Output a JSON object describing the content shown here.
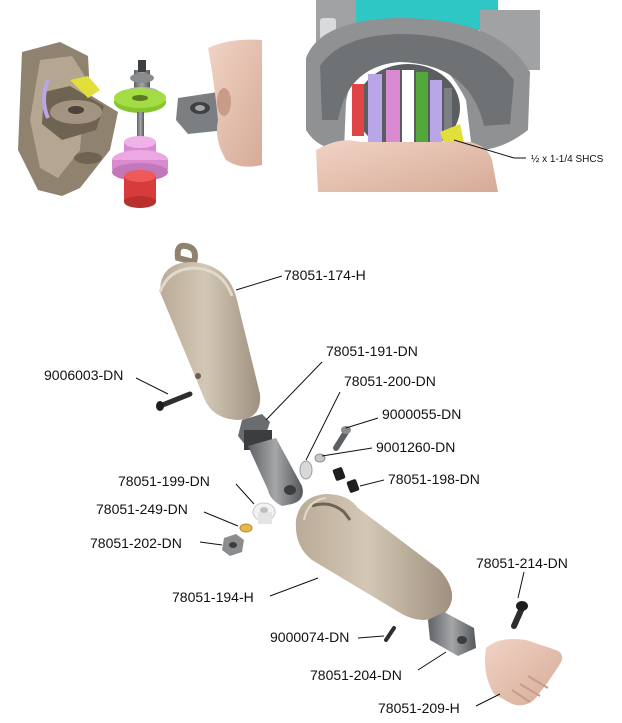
{
  "callouts": {
    "shcs": "½ x 1-1/4 SHCS",
    "p174": "78051-174-H",
    "p9006003": "9006003-DN",
    "p191": "78051-191-DN",
    "p200": "78051-200-DN",
    "p9000055": "9000055-DN",
    "p9001260": "9001260-DN",
    "p198": "78051-198-DN",
    "p199": "78051-199-DN",
    "p249": "78051-249-DN",
    "p202": "78051-202-DN",
    "p194": "78051-194-H",
    "p214": "78051-214-DN",
    "p9000074": "9000074-DN",
    "p204": "78051-204-DN",
    "p209": "78051-209-H"
  },
  "colors": {
    "shell": "#c9bba8",
    "shell_dark": "#9d8e7b",
    "metal": "#8a8c8e",
    "metal_dark": "#5d6063",
    "skin": "#e9c4b2",
    "pink": "#e59ad9",
    "green": "#9cd23a",
    "lavender": "#b9a6e6",
    "yellow": "#e2df3a",
    "teal": "#2fc6c6",
    "red": "#e04545",
    "black": "#222222"
  }
}
